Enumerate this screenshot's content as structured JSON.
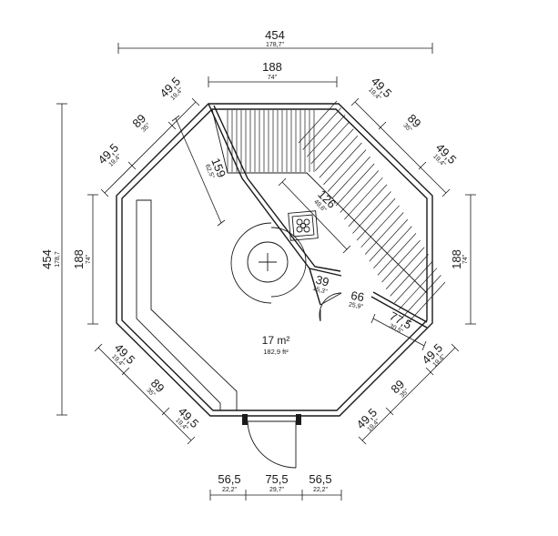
{
  "dimensions": {
    "top_total": {
      "cm": "454",
      "in": "178,7\""
    },
    "top_inner": {
      "cm": "188",
      "in": "74\""
    },
    "left_total": {
      "cm": "454",
      "in": "178,7"
    },
    "left_inner": {
      "cm": "188",
      "in": "74\""
    },
    "right_inner": {
      "cm": "188",
      "in": "74\""
    },
    "ul_a": {
      "cm": "49,5",
      "in": "19,4\""
    },
    "ul_b": {
      "cm": "89",
      "in": "35\""
    },
    "ul_c": {
      "cm": "49,5",
      "in": "19,4\""
    },
    "ur_a": {
      "cm": "49,5",
      "in": "19,4\""
    },
    "ur_b": {
      "cm": "89",
      "in": "35\""
    },
    "ur_c": {
      "cm": "49,5",
      "in": "19,4\""
    },
    "ll_a": {
      "cm": "49,5",
      "in": "19,4\""
    },
    "ll_b": {
      "cm": "89",
      "in": "35\""
    },
    "ll_c": {
      "cm": "49,5",
      "in": "19,4\""
    },
    "lr_a": {
      "cm": "49,5",
      "in": "19,4\""
    },
    "lr_b": {
      "cm": "89",
      "in": "35\""
    },
    "lr_c": {
      "cm": "49,5",
      "in": "19,4\""
    },
    "bench_diag": {
      "cm": "159",
      "in": "62,5\""
    },
    "stove_diag": {
      "cm": "126",
      "in": "49,6\""
    },
    "niche": {
      "cm": "39",
      "in": "15,3\""
    },
    "inner_door": {
      "cm": "66",
      "in": "25,9\""
    },
    "partition": {
      "cm": "77,5",
      "in": "30,5\""
    },
    "bottom_left": {
      "cm": "56,5",
      "in": "22,2\""
    },
    "bottom_mid": {
      "cm": "75,5",
      "in": "29,7\""
    },
    "bottom_right": {
      "cm": "56,5",
      "in": "22,2\""
    }
  },
  "area": {
    "m2": "17 m²",
    "ft2": "182,9 ft²"
  },
  "icons": [
    "sauna-stove-icon",
    "entrance-door-icon",
    "inner-door-icon",
    "round-table-icon"
  ]
}
